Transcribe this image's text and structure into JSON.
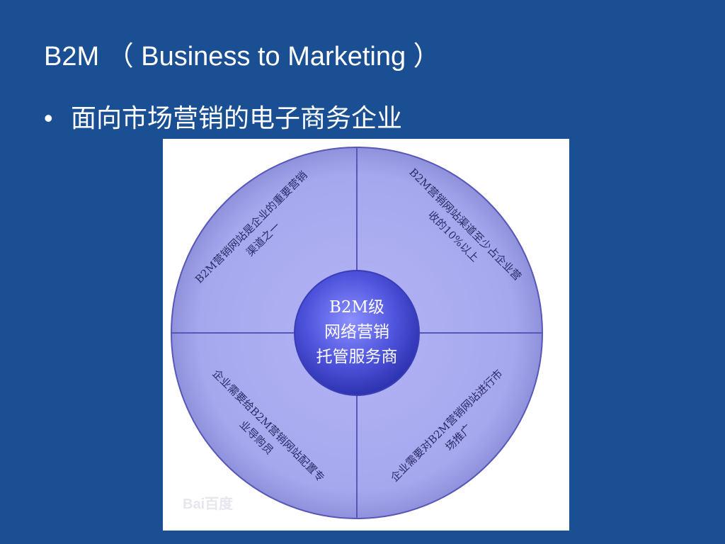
{
  "slide": {
    "title": "B2M （ Business to Marketing ）",
    "bullet_symbol": "•",
    "bullet_text": "面向市场营销的电子商务企业"
  },
  "diagram": {
    "center": {
      "line1": "B2M级",
      "line2": "网络营销",
      "line3": "托管服务商"
    },
    "quadrants": {
      "top_left": {
        "line1": "B2M营销网站是企业的重要营销",
        "line2": "渠道之一"
      },
      "top_right": {
        "line1": "B2M营销网站渠道至少占企业营",
        "line2": "收的10%以上"
      },
      "bottom_left": {
        "line1": "企业需要给B2M营销网站配置专",
        "line2": "业导购员"
      },
      "bottom_right": {
        "line1": "企业需要对B2M营销网站进行市",
        "line2": "场推广"
      }
    },
    "watermark": "Bai百度",
    "colors": {
      "disc_fill": "#a9aaf0",
      "disc_outer": "#9092dd",
      "divider": "#5657b8",
      "center_fill": "#4b4fd6",
      "slide_bg": "#1b4f93"
    }
  }
}
